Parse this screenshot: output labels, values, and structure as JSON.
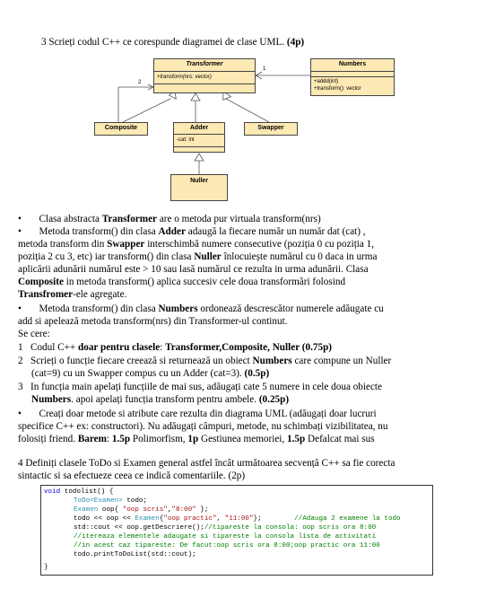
{
  "q3": {
    "title": "3 Scrieți codul C++ ce corespunde diagramei de clase UML. ",
    "points": "(4p)"
  },
  "uml": {
    "transformer": {
      "name": "Transformer",
      "method": "+transform(nrs: vector)"
    },
    "numbers": {
      "name": "Numbers",
      "method1": "+addd(int)",
      "method2": "+transform(): vector"
    },
    "composite": {
      "name": "Composite"
    },
    "adder": {
      "name": "Adder",
      "attr": "-cat: int"
    },
    "swapper": {
      "name": "Swapper"
    },
    "nuller": {
      "name": "Nuller"
    },
    "mult_numbers": "1",
    "mult_composite": "2"
  },
  "desc": {
    "p1": {
      "a": "Clasa abstracta ",
      "b": "Transformer",
      "c": " are o metoda pur virtuala transform(nrs)"
    },
    "p2": {
      "l1a": "Metoda transform() din clasa ",
      "l1b": "Adder",
      "l1c": " adaugă la fiecare număr un număr dat (cat) ,",
      "l2a": "metoda transform din ",
      "l2b": "Swapper",
      "l2c": " interschimbă numere consecutive (poziția 0 cu poziția 1,",
      "l3a": "poziția 2 cu 3, etc) iar transform() din clasa ",
      "l3b": "Nuller",
      "l3c": " înlocuiește numărul cu 0 daca in urma",
      "l4": "aplicării adunării numărul este > 10 sau lasă numărul ce rezulta in urma adunării. Clasa",
      "l5a": "Composite",
      "l5b": " in metoda transform() aplica succesiv cele doua transformări folosind",
      "l6a": "Transfromer",
      "l6b": "-ele agregate."
    },
    "p3": {
      "l1a": "Metoda transform() din clasa ",
      "l1b": "Numbers",
      "l1c": " ordonează descrescător numerele adăugate cu",
      "l2": "add si apelează metoda transform(nrs) din Transformer-ul continut."
    },
    "se_cere": "Se cere:",
    "r1": {
      "num": "1",
      "a": "Codul C++ ",
      "b": "doar pentru clasele",
      "c": ": ",
      "d": "Transformer",
      "e": ",",
      "f": "Composite",
      "g": ", ",
      "h": "Nuller",
      "i": " (0.75p)"
    },
    "r2": {
      "num": "2",
      "l1a": "Scrieți o funcție fiecare creează si returnează un obiect ",
      "l1b": "Numbers",
      "l1c": " care compune un Nuller",
      "l2a": "(cat=9) cu un Swapper compus cu un Adder (cat=3).  ",
      "l2b": "(0.5p)"
    },
    "r3": {
      "num": "3",
      "l1": "In funcția main apelați funcțiile de mai sus, adăugați cate 5 numere in cele doua obiecte",
      "l2a": "Numbers",
      "l2b": ". apoi apelați funcția transform pentru ambele. ",
      "l2c": "(0.25p)"
    },
    "p4": {
      "l1": "Creați doar metode si atribute care rezulta din diagrama UML (adăugați doar lucruri",
      "l2": "specifice C++ ex: constructori). Nu adăugați câmpuri, metode, nu schimbați vizibilitatea, nu",
      "l3a": "folosiți friend. ",
      "l3b": "Barem",
      "l3c": ": ",
      "l3d": "1.5p",
      "l3e": " Polimorfism, ",
      "l3f": "1p",
      "l3g": " Gestiunea memoriei, ",
      "l3h": "1.5p",
      "l3i": " Defalcat mai sus"
    }
  },
  "q4": {
    "l1": "4 Definiți clasele ToDo si Examen general astfel încât următoarea secvență C++ sa fie corecta",
    "l2": "sintactic si sa efectueze ceea ce indică comentariile. (2p)"
  },
  "code": {
    "l1_kw": "void",
    "l1_rest": " todolist() {",
    "l2_ty": "ToDo<Examen>",
    "l2_rest": " todo;",
    "l3_ty": "Examen",
    "l3_a": " oop{ ",
    "l3_s1": "\"oop scris\"",
    "l3_b": ",",
    "l3_s2": "\"8:00\"",
    "l3_c": " };",
    "l4_a": "todo << oop << ",
    "l4_ty": "Examen",
    "l4_b": "{",
    "l4_s1": "\"oop practic\"",
    "l4_c": ", ",
    "l4_s2": "\"11:00\"",
    "l4_d": "};",
    "l4_cm": "        //Adauga 2 examene la todo",
    "l5_a": "std::cout << oop.getDescriere();",
    "l5_cm": "//tipareste la consola: oop scris ora 8:00",
    "l6_cm": "//itereaza elementele adaugate si tipareste la consola lista de activitati",
    "l7_cm": "//in acest caz tipareste: De facut:oop scris ora 8:00;oop practic ora 11:00",
    "l8": "todo.printToDoList(std::cout);",
    "l9": "}"
  }
}
